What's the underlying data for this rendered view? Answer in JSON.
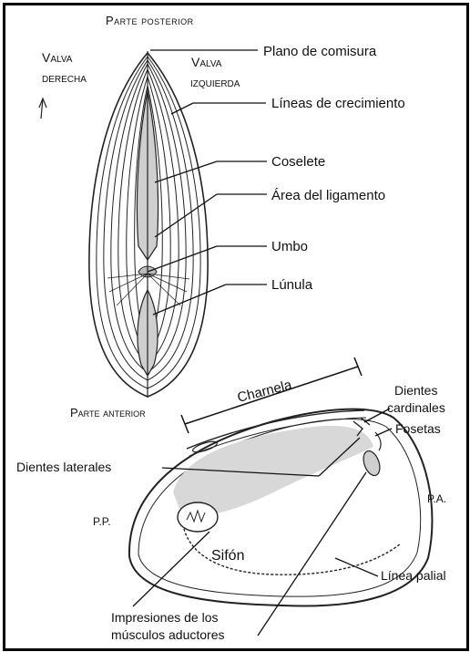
{
  "labels": {
    "parte_posterior": "Parte posterior",
    "valva_derecha_1": "Valva",
    "valva_derecha_2": "derecha",
    "valva_izquierda_1": "Valva",
    "valva_izquierda_2": "izquierda",
    "plano_comisura": "Plano de comisura",
    "lineas_crecimiento": "Líneas de crecimiento",
    "coselete": "Coselete",
    "area_ligamento": "Área del ligamento",
    "umbo": "Umbo",
    "lunula": "Lúnula",
    "parte_anterior": "Parte anterior",
    "charnela": "Charnela",
    "dientes_cardinales_1": "Dientes",
    "dientes_cardinales_2": "cardinales",
    "fosetas": "Fosetas",
    "dientes_laterales": "Dientes laterales",
    "pp": "P.P.",
    "pa": "P.A.",
    "sifon": "Sifón",
    "linea_palial": "Línea palial",
    "impresiones_1": "Impresiones de los",
    "impresiones_2": "músculos aductores"
  },
  "colors": {
    "ink": "#111111",
    "border": "#000000",
    "background": "#ffffff"
  }
}
